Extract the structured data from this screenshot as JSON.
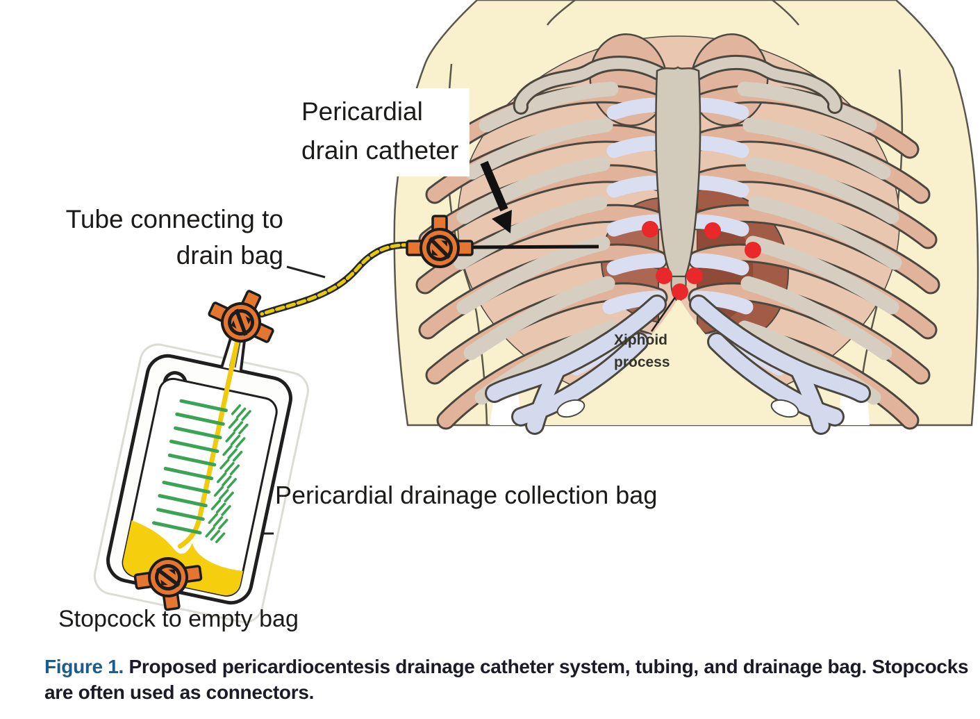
{
  "figure": {
    "caption": {
      "label": "Figure 1.",
      "line1": "Proposed pericardiocentesis drainage catheter system, tubing, and drainage bag. Stopcocks",
      "line2": "are often used as connectors.",
      "label_color": "#1d5c8a",
      "text_color": "#1b1b28"
    },
    "labels": {
      "catheter": {
        "line1": "Pericardial",
        "line2": "drain catheter"
      },
      "tube": {
        "line1": "Tube connecting to",
        "line2": "drain bag"
      },
      "xiphoid": {
        "line1": "Xiphoid",
        "line2": "process"
      },
      "collection_bag": "Pericardial drainage collection bag",
      "stopcock_empty": "Stopcock to empty bag"
    },
    "illustration": {
      "subject": "anterior-torso-ribcage-with-subxiphoid-entry-sites",
      "puncture_sites": {
        "count": 6,
        "color": "#e9282b"
      },
      "stopcocks": [
        {
          "name": "catheter-stopcock"
        },
        {
          "name": "bag-inlet-stopcock"
        },
        {
          "name": "bag-drain-stopcock"
        }
      ],
      "drainage_bag": {
        "graduation_marks": 10,
        "fluid_color": "#f5ce0e",
        "scale_color": "#3ba454"
      },
      "colors": {
        "skin": "#f9f1ce",
        "rib": "#e2b39b",
        "bone_gray": "#d6cfc1",
        "cartilage": "#d9def0",
        "sternum": "#d2cbbb",
        "outline": "#4b473e",
        "pericardium_dark": "#a25c45",
        "stopcock_orange": "#e4762f",
        "tube_yellow": "#e9cb05"
      }
    }
  }
}
